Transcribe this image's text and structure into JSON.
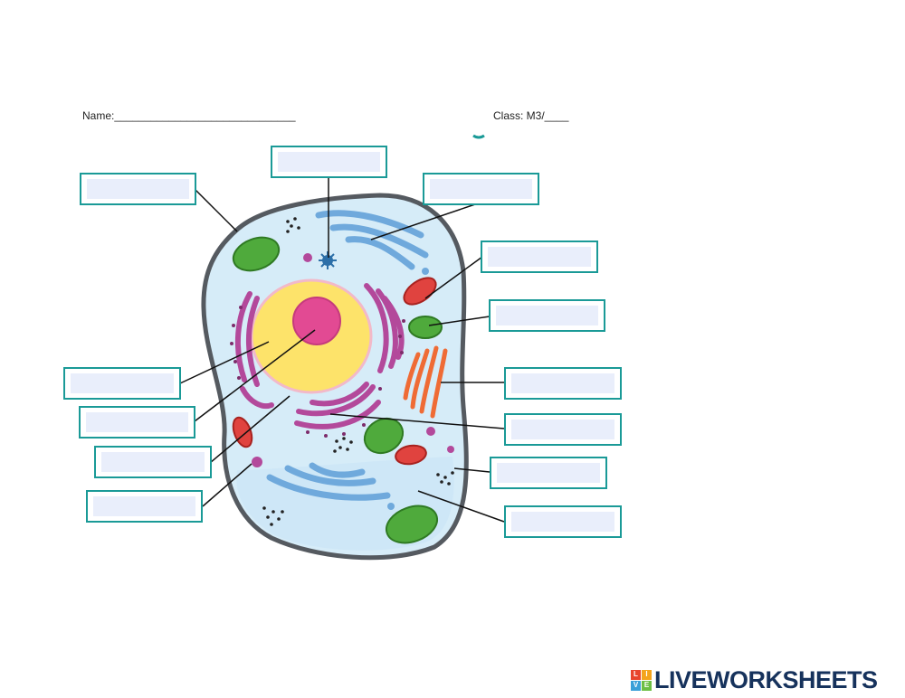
{
  "header": {
    "name_label": "Name:______________________________",
    "class_label": "Class: M3/____"
  },
  "answer_boxes": [
    {
      "id": "box-top",
      "value": ""
    },
    {
      "id": "box-left-top",
      "value": ""
    },
    {
      "id": "box-right-top",
      "value": ""
    },
    {
      "id": "box-right-2",
      "value": ""
    },
    {
      "id": "box-right-3",
      "value": ""
    },
    {
      "id": "box-left-1",
      "value": ""
    },
    {
      "id": "box-right-4",
      "value": ""
    },
    {
      "id": "box-left-2",
      "value": ""
    },
    {
      "id": "box-right-5",
      "value": ""
    },
    {
      "id": "box-left-3",
      "value": ""
    },
    {
      "id": "box-right-6",
      "value": ""
    },
    {
      "id": "box-left-4",
      "value": ""
    },
    {
      "id": "box-right-7",
      "value": ""
    }
  ],
  "logo": {
    "blocks": [
      "L",
      "I",
      "V",
      "E"
    ],
    "block_colors": [
      "#e8452c",
      "#f4a41c",
      "#3aa0d8",
      "#6cbf45"
    ],
    "word": "LIVEWORKSHEETS",
    "word_color": "#16325c"
  },
  "colors": {
    "box_border": "#1a9a97",
    "box_fill": "#e9eefb",
    "cell_fill": "#d6ecf8",
    "membrane": "#555a60",
    "nucleus": "#fde36a",
    "nucleolus": "#e24a93",
    "er": "#b3499b",
    "golgi": "#6fa9dc",
    "mitochondria": "#e0433f",
    "green_organelle": "#4faa3c",
    "centrosome": "#2c6fa8"
  }
}
